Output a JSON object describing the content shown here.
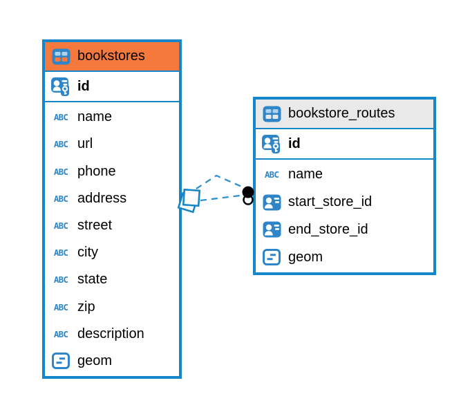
{
  "colors": {
    "table_border": "#1586C8",
    "header_orange": "#F5783C",
    "header_gray": "#E9E9E9",
    "icon_blue": "#2E86C8",
    "relation_line": "#338FCE",
    "text": "#000000"
  },
  "glyphs": {
    "text_type": "ABC"
  },
  "icons": {
    "header": "table-icon",
    "primary_key": "person-key-icon",
    "reference": "person-card-icon",
    "text": "abc-text-icon",
    "geometry": "geometry-box-icon"
  },
  "tables": [
    {
      "name": "bookstores",
      "pk": {
        "name": "id"
      },
      "columns": [
        {
          "name": "name",
          "type": "text"
        },
        {
          "name": "url",
          "type": "text"
        },
        {
          "name": "phone",
          "type": "text"
        },
        {
          "name": "address",
          "type": "text"
        },
        {
          "name": "street",
          "type": "text"
        },
        {
          "name": "city",
          "type": "text"
        },
        {
          "name": "state",
          "type": "text"
        },
        {
          "name": "zip",
          "type": "text"
        },
        {
          "name": "description",
          "type": "text"
        },
        {
          "name": "geom",
          "type": "geometry"
        }
      ]
    },
    {
      "name": "bookstore_routes",
      "pk": {
        "name": "id"
      },
      "columns": [
        {
          "name": "name",
          "type": "text"
        },
        {
          "name": "start_store_id",
          "type": "reference"
        },
        {
          "name": "end_store_id",
          "type": "reference"
        },
        {
          "name": "geom",
          "type": "geometry"
        }
      ]
    }
  ],
  "relationship": {
    "from_table": "bookstores",
    "to_table": "bookstore_routes",
    "line_style": "dashed"
  }
}
